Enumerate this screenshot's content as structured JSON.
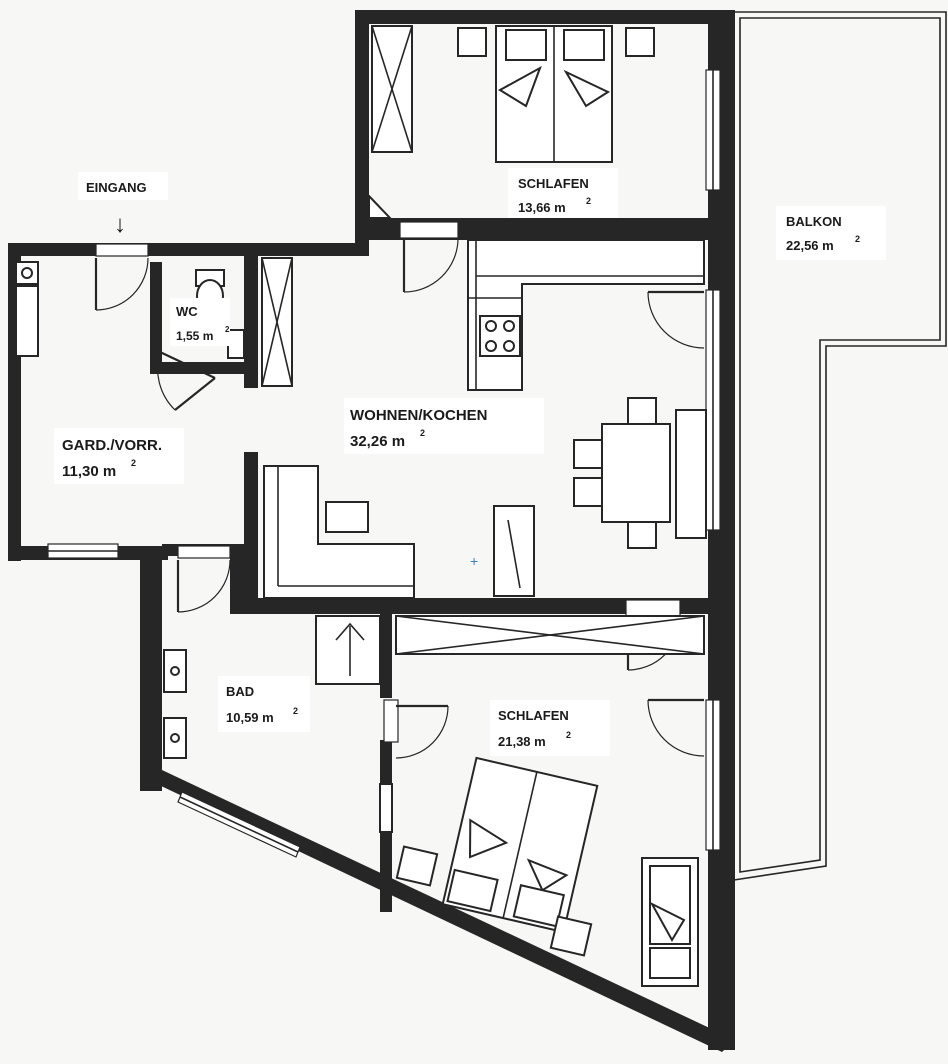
{
  "entrance": {
    "label": "EINGANG",
    "arrow": "↓"
  },
  "rooms": [
    {
      "id": "schlafen-1",
      "name": "SCHLAFEN",
      "area": "13,66 m",
      "unit_sup": "2"
    },
    {
      "id": "balkon",
      "name": "BALKON",
      "area": "22,56 m",
      "unit_sup": "2"
    },
    {
      "id": "wc",
      "name": "WC",
      "area": "1,55 m",
      "unit_sup": "2"
    },
    {
      "id": "wohnen",
      "name": "WOHNEN/KOCHEN",
      "area": "32,26 m",
      "unit_sup": "2"
    },
    {
      "id": "garderobe",
      "name": "GARD./VORR.",
      "area": "11,30 m",
      "unit_sup": "2"
    },
    {
      "id": "bad",
      "name": "BAD",
      "area": "10,59 m",
      "unit_sup": "2"
    },
    {
      "id": "schlafen-2",
      "name": "SCHLAFEN",
      "area": "21,38 m",
      "unit_sup": "2"
    }
  ]
}
